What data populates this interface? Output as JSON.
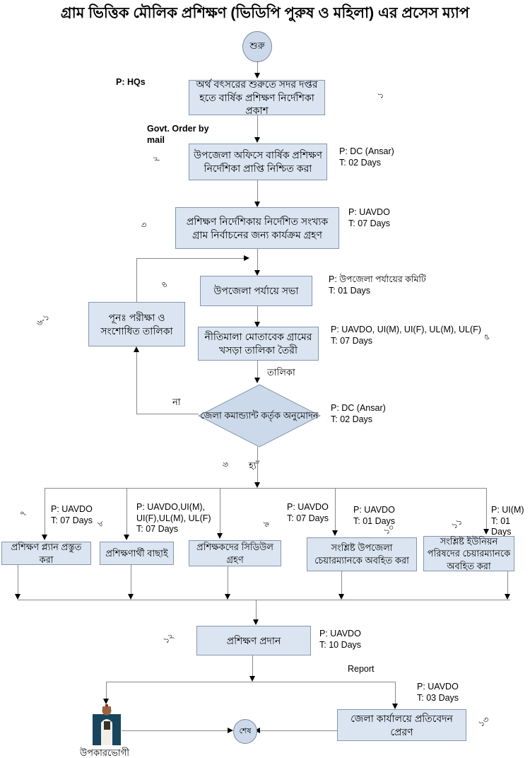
{
  "title": "গ্রাম ভিত্তিক মৌলিক প্রশিক্ষণ (ভিডিপি পুরুষ ও মহিলা) এর প্রসেস ম্যাপ",
  "colors": {
    "box_fill": "#dbe5f1",
    "box_border": "#8496ad",
    "diamond_fill": "#ccd9ea",
    "connector": "#8a8a8a",
    "arrow": "#000000",
    "person_panel": "#17455e"
  },
  "terminals": {
    "start": "শুরু",
    "end": "শেষ"
  },
  "steps": {
    "s1": {
      "num": "১",
      "text": "অর্থ বৎসরের শুরুতে সদর দপ্তর হতে বার্ষিক প্রশিক্ষণ নির্দেশিকা প্রকাশ",
      "annotation": "P: HQs"
    },
    "s2": {
      "num": "২",
      "text": "উপজেলা অফিসে বার্ষিক প্রশিক্ষণ নির্দেশিকা প্রাপ্তি নিশ্চিত করা",
      "annotation": "P: DC (Ansar)\nT: 02 Days"
    },
    "s3": {
      "num": "৩",
      "text": "প্রশিক্ষণ নির্দেশিকায় নির্দেশিত সংখ্যক গ্রাম নির্বাচনের জন্য কার্যক্রম গ্রহণ",
      "annotation": "P: UAVDO\nT: 07 Days"
    },
    "s4": {
      "num": "৪",
      "text": "উপজেলা পর্যায়ে  সভা",
      "annotation": "P: উপজেলা পর্যায়ের কমিটি\nT: 01 Days"
    },
    "s5": {
      "num": "৫",
      "text": "নীতিমালা মোতাবেক গ্রামের খসড়া তালিকা তৈরী",
      "annotation": "P: UAVDO, UI(M), UI(F), UL(M), UL(F)\nT: 07 Days"
    },
    "s6": {
      "num": "৬",
      "text": "জেলা কমান্ড্যান্ট কর্তৃক অনুমোদন",
      "annotation": "P: DC (Ansar)\nT: 02 Days",
      "yes_label": "হ্যাঁ",
      "no_label": "না"
    },
    "s6_1": {
      "num": "৬-১",
      "text": "পূনঃ পরীক্ষা ও সংশোধিত তালিকা"
    },
    "s7": {
      "num": "৭",
      "text": "প্রশিক্ষণ প্ল্যান প্রস্তুত করা",
      "annotation": "P: UAVDO\nT: 07 Days"
    },
    "s8": {
      "num": "৮",
      "text": "প্রশিক্ষণার্থী বাছাই",
      "annotation": "P:  UAVDO,UI(M),\nUI(F),UL(M), UL(F)\nT: 07 Days"
    },
    "s9": {
      "num": "৯",
      "text": "প্রশিক্ষকদের সিডিউল গ্রহণ",
      "annotation": "P: UAVDO\nT: 07 Days"
    },
    "s10": {
      "num": "১০",
      "text": "সংশ্লিষ্ট উপজেলা চেয়ারম্যানকে অবহিত করা",
      "annotation": "P: UAVDO\nT: 01 Days"
    },
    "s11": {
      "num": "১১",
      "text": "সংশ্লিষ্ট ইউনিয়ন পরিষদের চেয়ারম্যানকে অবহিত করা",
      "annotation": "P: UI(M)\nT: 01 Days"
    },
    "s12": {
      "num": "১২",
      "text": "প্রশিক্ষণ প্রদান",
      "annotation": "P: UAVDO\nT: 10 Days"
    },
    "s13": {
      "num": "১৩",
      "text": "জেলা কার্যালয়ে প্রতিবেদন প্রেরণ",
      "annotation": "P: UAVDO\nT: 03 Days"
    }
  },
  "edge_labels": {
    "govt_order": "Govt. Order by\nmail",
    "list": "তালিকা",
    "report": "Report"
  },
  "beneficiary_label": "উপকারভোগী"
}
